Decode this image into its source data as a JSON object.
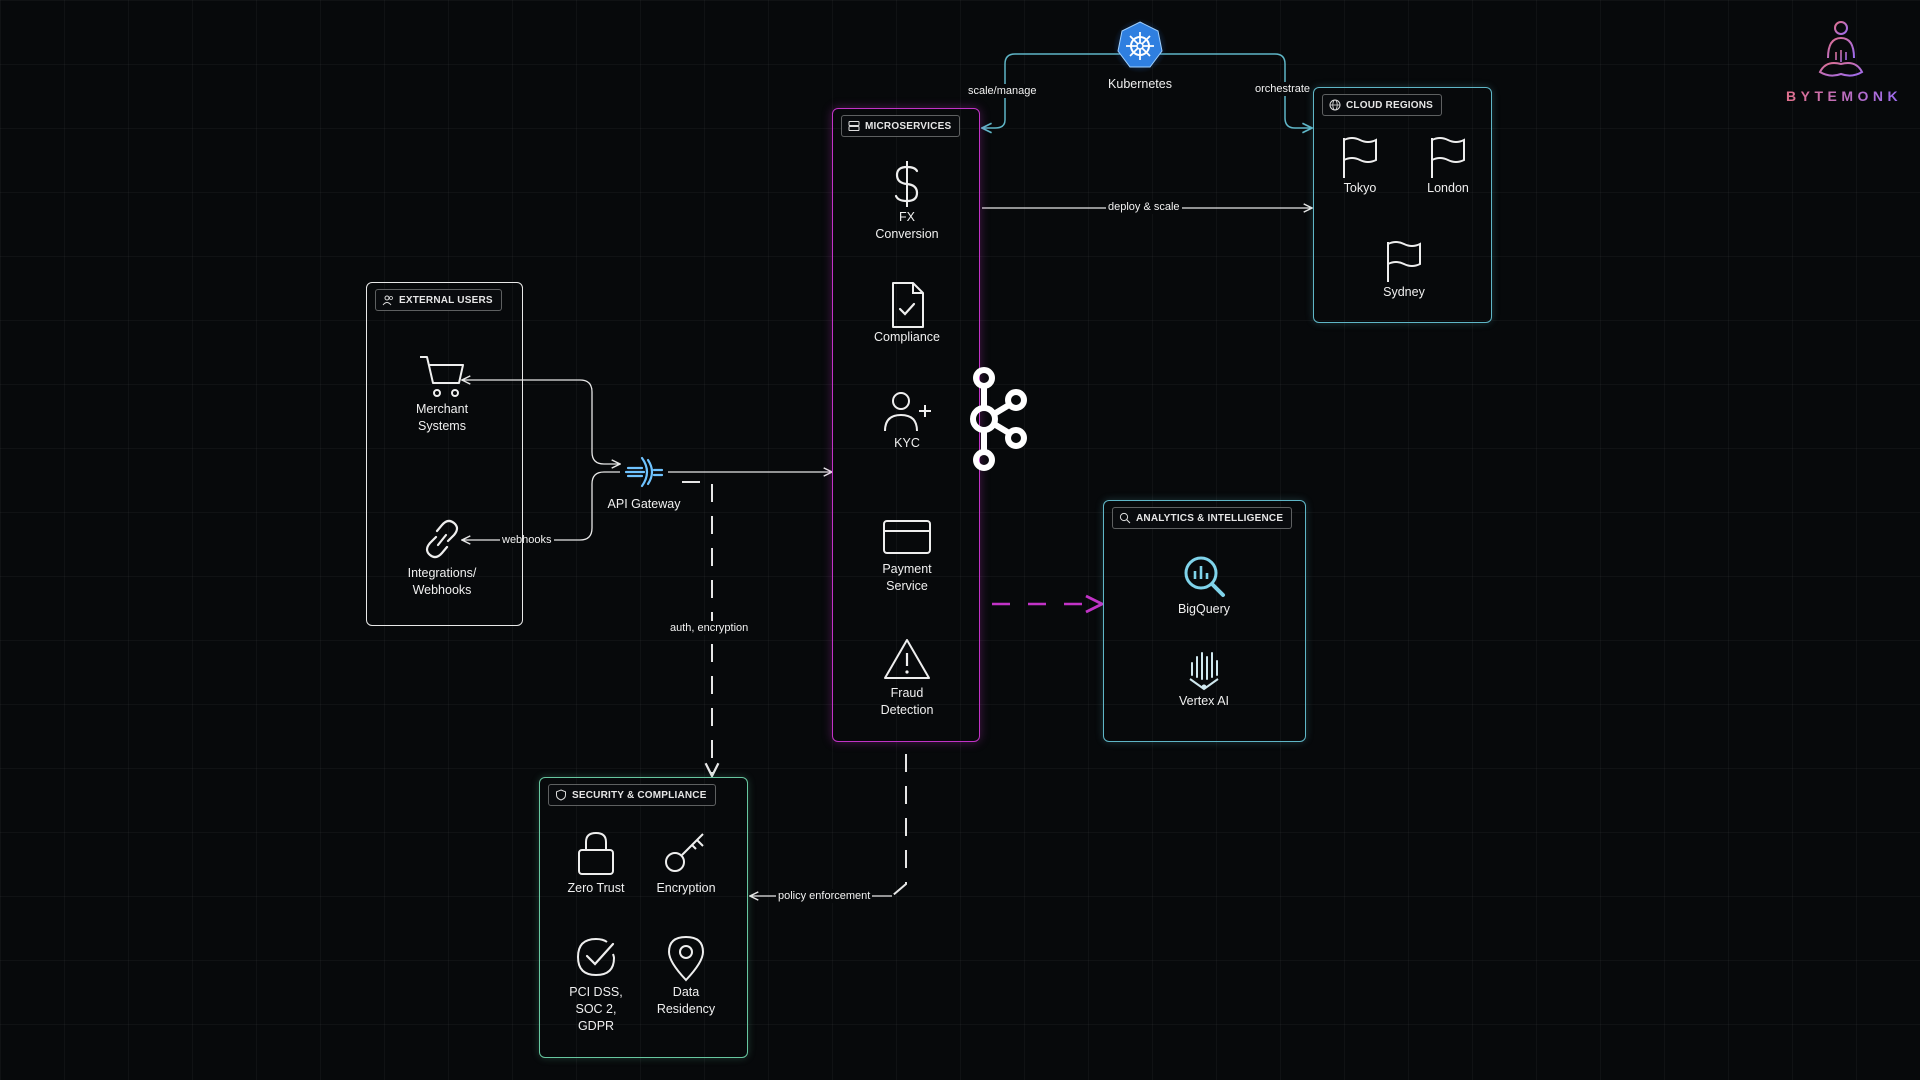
{
  "brand": {
    "name": "BYTEMONK",
    "icon": "monk-logo-icon"
  },
  "kubernetes": {
    "label": "Kubernetes",
    "icon": "kubernetes-helm-icon"
  },
  "external_users": {
    "title": "EXTERNAL USERS",
    "merchant": "Merchant\nSystems",
    "integrations": "Integrations/\nWebhooks"
  },
  "api_gateway": {
    "label": "API Gateway"
  },
  "microservices": {
    "title": "MICROSERVICES",
    "items": [
      {
        "label": "FX\nConversion",
        "icon": "dollar-icon"
      },
      {
        "label": "Compliance",
        "icon": "document-check-icon"
      },
      {
        "label": "KYC",
        "icon": "user-add-icon"
      },
      {
        "label": "Payment\nService",
        "icon": "credit-card-icon"
      },
      {
        "label": "Fraud\nDetection",
        "icon": "warning-icon"
      }
    ]
  },
  "kafka": {
    "icon": "kafka-icon"
  },
  "cloud_regions": {
    "title": "CLOUD REGIONS",
    "regions": [
      "Tokyo",
      "London",
      "Sydney"
    ]
  },
  "analytics": {
    "title": "ANALYTICS & INTELLIGENCE",
    "bigquery": "BigQuery",
    "vertex": "Vertex AI"
  },
  "security": {
    "title": "SECURITY & COMPLIANCE",
    "zero_trust": "Zero Trust",
    "encryption": "Encryption",
    "pci": "PCI DSS,\nSOC 2,\nGDPR",
    "residency": "Data\nResidency"
  },
  "edges": {
    "scale_manage": "scale/manage",
    "orchestrate": "orchestrate",
    "deploy_scale": "deploy & scale",
    "webhooks": "webhooks",
    "auth_encryption": "auth, encryption",
    "policy_enforcement": "policy enforcement"
  },
  "colors": {
    "microservices": "#c233c7",
    "cloud": "#5fb6c7",
    "security": "#67c7a0",
    "kubernetes": "#2f7fe0",
    "accent_purple": "#b06bd8"
  }
}
